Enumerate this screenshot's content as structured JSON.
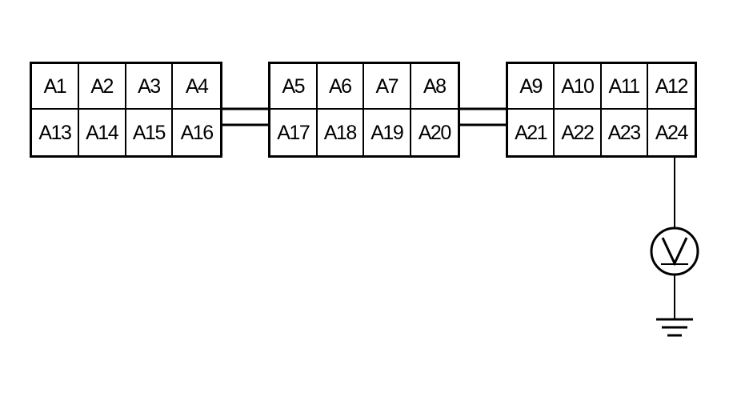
{
  "connectors": [
    {
      "name": "connector-a",
      "top_row": [
        "A1",
        "A2",
        "A3",
        "A4"
      ],
      "bottom_row": [
        "A13",
        "A14",
        "A15",
        "A16"
      ]
    },
    {
      "name": "connector-b",
      "top_row": [
        "A5",
        "A6",
        "A7",
        "A8"
      ],
      "bottom_row": [
        "A17",
        "A18",
        "A19",
        "A20"
      ]
    },
    {
      "name": "connector-c",
      "top_row": [
        "A9",
        "A10",
        "A11",
        "A12"
      ],
      "bottom_row": [
        "A21",
        "A22",
        "A23",
        "A24"
      ]
    }
  ],
  "meter": {
    "symbol": "V",
    "icon": "voltmeter-icon",
    "connected_pin": "A24"
  },
  "ground": {
    "icon": "ground-icon"
  }
}
